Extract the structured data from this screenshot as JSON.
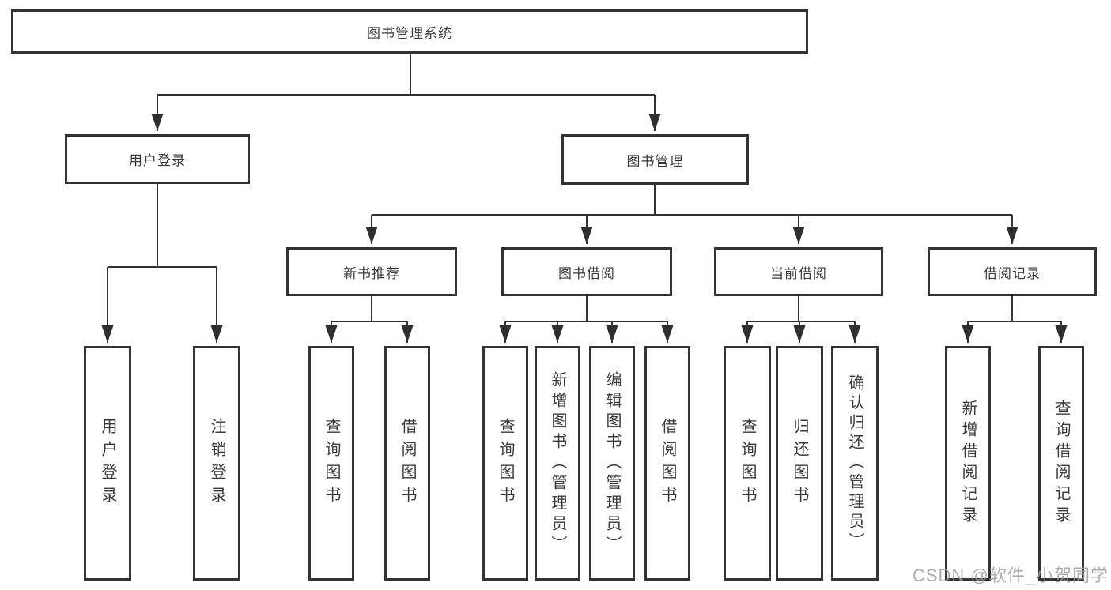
{
  "diagram": {
    "title_node": "图书管理系统",
    "colors": {
      "line": "#333333",
      "box_border": "#333333",
      "text": "#3a3a3a",
      "background": "#ffffff",
      "watermark": "#9e9e9e"
    },
    "nodes": {
      "root": {
        "label": "图书管理系统"
      },
      "user_login": {
        "label": "用户登录"
      },
      "book_mgmt": {
        "label": "图书管理"
      },
      "new_book_rec": {
        "label": "新书推荐"
      },
      "book_borrow": {
        "label": "图书借阅"
      },
      "current_borrow": {
        "label": "当前借阅"
      },
      "borrow_records": {
        "label": "借阅记录"
      },
      "leaf_user_login": {
        "label": "用户登录"
      },
      "leaf_logout": {
        "label": "注销登录"
      },
      "leaf_query_books_1": {
        "label": "查询图书"
      },
      "leaf_borrow_books_1": {
        "label": "借阅图书"
      },
      "leaf_query_books_2": {
        "label": "查询图书"
      },
      "leaf_add_book": {
        "label": "新增图书（管理员）"
      },
      "leaf_edit_book": {
        "label": "编辑图书（管理员）"
      },
      "leaf_borrow_books_2": {
        "label": "借阅图书"
      },
      "leaf_query_books_3": {
        "label": "查询图书"
      },
      "leaf_return_book": {
        "label": "归还图书"
      },
      "leaf_confirm_return": {
        "label": "确认归还（管理员）"
      },
      "leaf_add_borrow_record": {
        "label": "新增借阅记录"
      },
      "leaf_query_borrow_record": {
        "label": "查询借阅记录"
      }
    },
    "watermark": "CSDN @软件_小贺同学"
  }
}
